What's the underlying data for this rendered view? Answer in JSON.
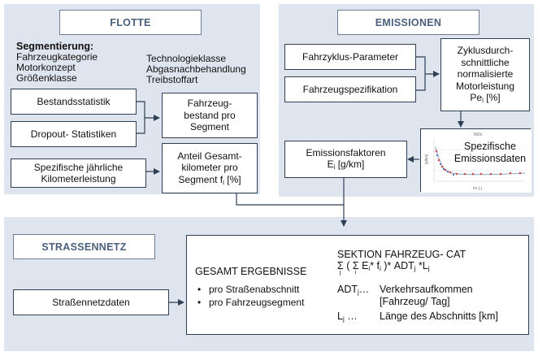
{
  "flotte": {
    "title": "FLOTTE",
    "seg_heading": "Segmentierung:",
    "seg_col1": [
      "Fahrzeugkategorie",
      "Motorkonzept",
      "Größenklasse"
    ],
    "seg_col2": [
      "Technologieklasse",
      "Abgasnachbehandlung",
      "Treibstoffart"
    ],
    "bestand": "Bestandsstatistik",
    "dropout": "Dropout- Statistiken",
    "fz_bestand": "Fahrzeug-bestand pro Segment",
    "km_leistung": "Spezifische jährliche Kilometerleistung",
    "anteil_main": "Anteil Gesamt-kilometer pro Segment f",
    "anteil_sub": "i",
    "anteil_tail": " [%]"
  },
  "emissionen": {
    "title": "EMISSIONEN",
    "fahrzyklus": "Fahrzyklus-Parameter",
    "fahrzeugspez": "Fahrzeugspezifikation",
    "zyklus_main": "Zyklusdurch-schnittliche normalisierte Motorleistung",
    "zyklus_pe": "Pe",
    "zyklus_sub": "i",
    "zyklus_tail": " [%]",
    "faktoren_line1": "Emissionsfaktoren",
    "faktoren_e": "E",
    "faktoren_sub": "i",
    "faktoren_tail": " [g/km]",
    "spez_label": "Spezifische Emissionsdaten",
    "mini_chart_title": "NOx",
    "mini_chart_ylabel": "[g/km]",
    "mini_chart_xlabel": "Pe [-]"
  },
  "strassennetz": {
    "title": "STRASSENNETZ",
    "daten": "Straßennetzdaten"
  },
  "ergebnis": {
    "heading": "GESAMT ERGEBNISSE",
    "bullets": [
      "pro Straßenabschnitt",
      "pro Fahrzeugsegment"
    ],
    "sektion": "SEKTION FAHRZEUG- CAT",
    "formula_pre": "( ",
    "formula_e": "E",
    "formula_e_sub": "i",
    "formula_mid": "* f",
    "formula_f_sub": "i",
    "formula_adt": " )* ADT",
    "formula_adt_sub": "j",
    "formula_l": " *L",
    "formula_l_sub": "j",
    "sum_sub_j": "j",
    "sum_sub_i": "i",
    "adt_label": "ADT",
    "adt_sub": "j",
    "adt_dots": "…",
    "adt_desc1": "Verkehrsaufkommen",
    "adt_desc2": "[Fahrzeug/ Tag]",
    "l_label": "L",
    "l_sub": "j",
    "l_dots": " …",
    "l_desc": "Länge des Abschnitts [km]"
  }
}
